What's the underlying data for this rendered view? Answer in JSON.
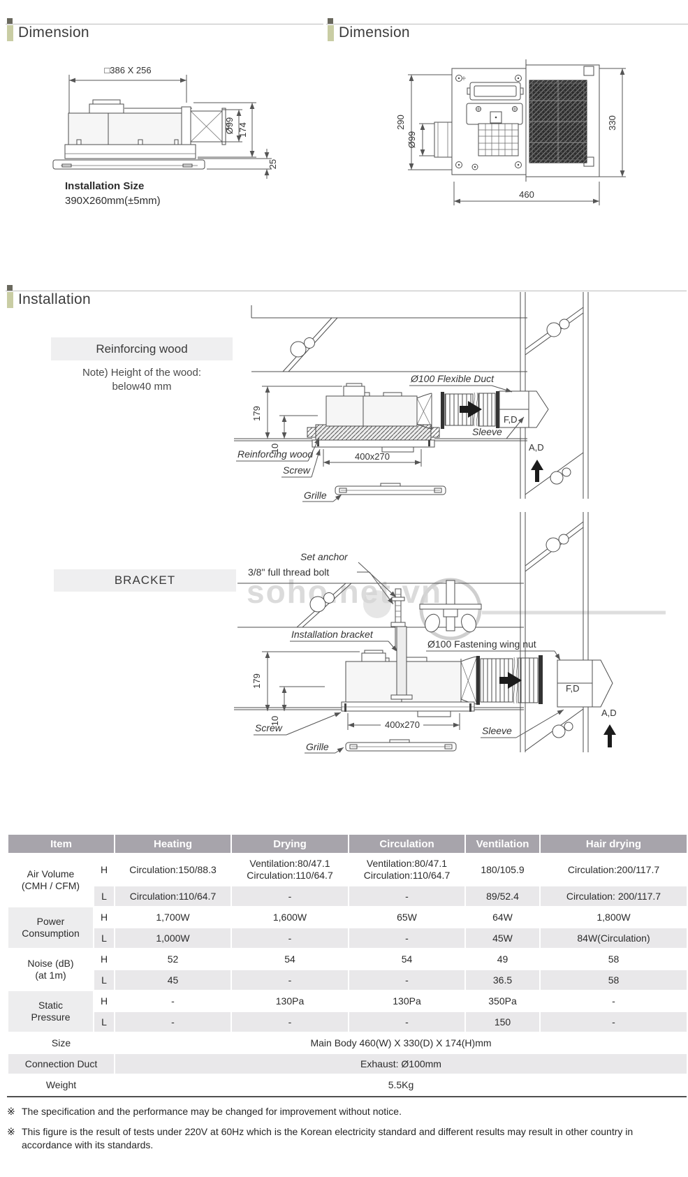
{
  "watermark": "soho.net.vn",
  "dimension_left": {
    "title": "Dimension",
    "dim_top": "□386 X 256",
    "dim_duct": "Ø99",
    "dim_height": "174",
    "dim_flange": "25",
    "installation_size_title": "Installation Size",
    "installation_size_value": "390X260mm(±5mm)"
  },
  "dimension_right": {
    "title": "Dimension",
    "dim_depth": "290",
    "dim_duct": "Ø99",
    "dim_overall_depth": "330",
    "dim_width": "460"
  },
  "installation": {
    "title": "Installation",
    "reinforcing": {
      "box_label": "Reinforcing wood",
      "note_line1": "Note) Height of the wood:",
      "note_line2": "below40 mm",
      "duct_label": "Ø100 Flexible Duct",
      "dim_179": "179",
      "dim_10": "10",
      "wood_label": "Reinforcing wood",
      "screw_label": "Screw",
      "dim_400x270": "400x270",
      "sleeve_label": "Sleeve",
      "fd_label": "F,D",
      "ad_label": "A,D",
      "grille_label": "Grille"
    },
    "bracket": {
      "box_label": "BRACKET",
      "set_anchor_label": "Set anchor",
      "bolt_label": "3/8\" full thread bolt",
      "bracket_label": "Installation bracket",
      "wingnut_label": "Ø100 Fastening wing nut",
      "dim_179": "179",
      "dim_10": "10",
      "screw_label": "Screw",
      "dim_400x270": "400x270",
      "sleeve_label": "Sleeve",
      "fd_label": "F,D",
      "ad_label": "A,D",
      "grille_label": "Grille"
    }
  },
  "spec_table": {
    "col_headers": [
      "Item",
      "Heating",
      "Drying",
      "Circulation",
      "Ventilation",
      "Hair drying"
    ],
    "h_label": "H",
    "l_label": "L",
    "groups": [
      {
        "item": "Air Volume\n(CMH / CFM)",
        "h": [
          "Circulation:150/88.3",
          "Ventilation:80/47.1\nCirculation:110/64.7",
          "Ventilation:80/47.1\nCirculation:110/64.7",
          "180/105.9",
          "Circulation:200/117.7"
        ],
        "l": [
          "Circulation:110/64.7",
          "-",
          "-",
          "89/52.4",
          "Circulation: 200/117.7"
        ]
      },
      {
        "item": "Power\nConsumption",
        "h": [
          "1,700W",
          "1,600W",
          "65W",
          "64W",
          "1,800W"
        ],
        "l": [
          "1,000W",
          "-",
          "-",
          "45W",
          "84W(Circulation)"
        ]
      },
      {
        "item": "Noise (dB)\n(at 1m)",
        "h": [
          "52",
          "54",
          "54",
          "49",
          "58"
        ],
        "l": [
          "45",
          "-",
          "-",
          "36.5",
          "58"
        ]
      },
      {
        "item": "Static\nPressure",
        "h": [
          "-",
          "130Pa",
          "130Pa",
          "350Pa",
          "-"
        ],
        "l": [
          "-",
          "-",
          "-",
          "150",
          "-"
        ]
      }
    ],
    "single_rows": [
      {
        "item": "Size",
        "value": "Main Body 460(W) X 330(D) X 174(H)mm"
      },
      {
        "item": "Connection Duct",
        "value": "Exhaust: Ø100mm"
      },
      {
        "item": "Weight",
        "value": "5.5Kg"
      }
    ]
  },
  "footnote_marker": "※",
  "footnotes": [
    "The specification and the performance may be changed for improvement without notice.",
    "This figure is the result of tests under 220V at 60Hz which is the Korean electricity standard and different results may result in other country in accordance with its standards."
  ]
}
